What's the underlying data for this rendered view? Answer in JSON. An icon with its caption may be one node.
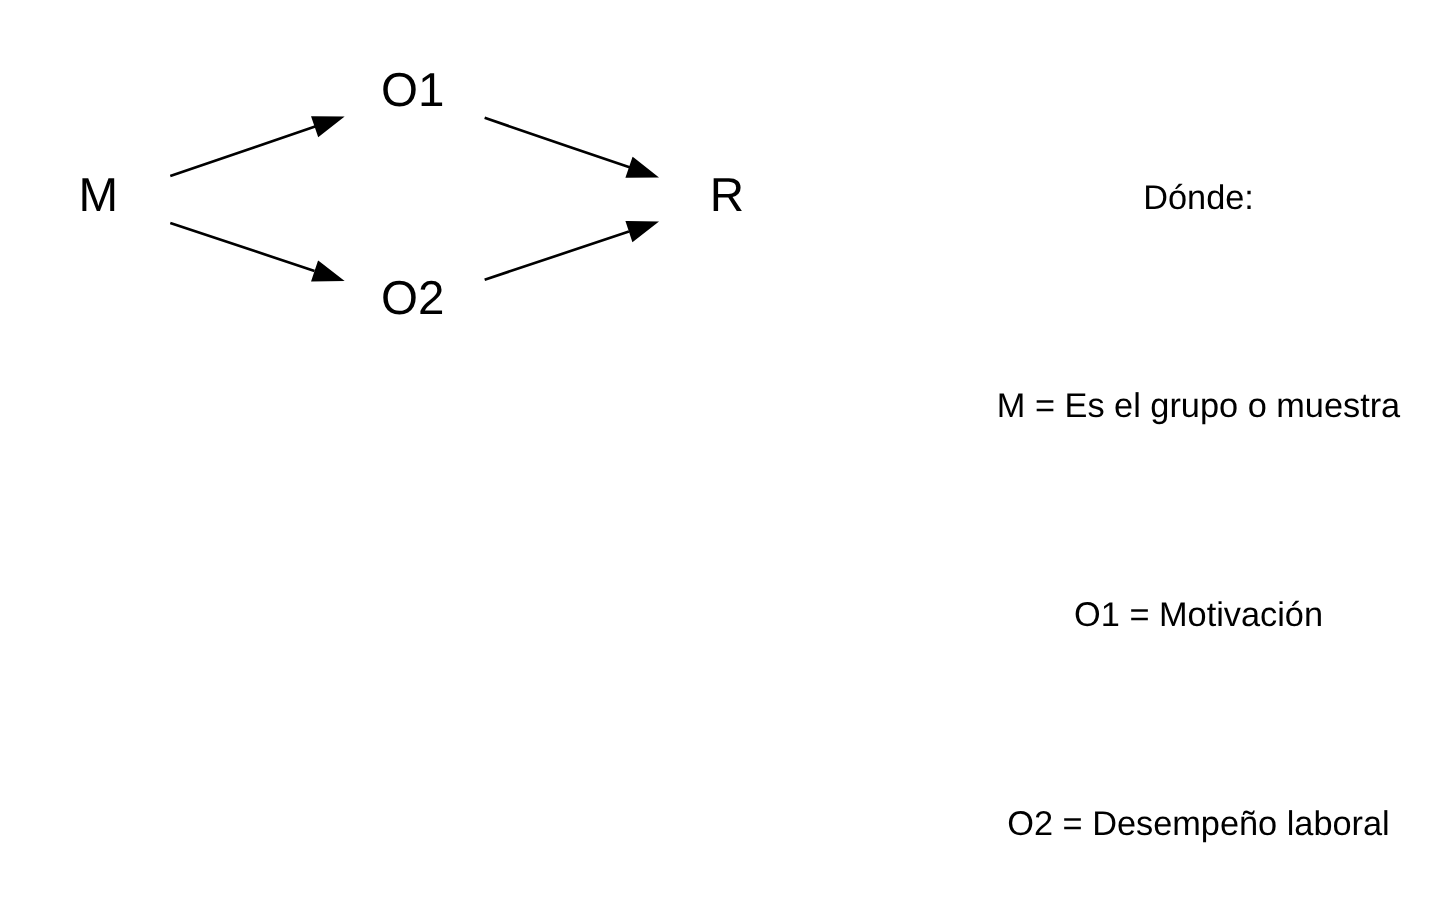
{
  "diagram": {
    "nodes": [
      {
        "text": [
          "M"
        ]
      },
      {
        "text": [
          "O1"
        ]
      },
      {
        "text": [
          "R"
        ]
      },
      {
        "text": [
          "O2"
        ]
      }
    ],
    "edges": [
      {
        "from": 0,
        "to": 1,
        "arrow": "to"
      },
      {
        "from": 1,
        "to": 2,
        "arrow": "to"
      },
      {
        "from": 0,
        "to": 3,
        "arrow": "to"
      },
      {
        "from": 3,
        "to": 2,
        "arrow": "to"
      }
    ],
    "labels": [
      "Dónde:",
      "M = Es el grupo o muestra",
      "O1 = Motivación",
      "O2 = Desempeño laboral"
    ]
  }
}
